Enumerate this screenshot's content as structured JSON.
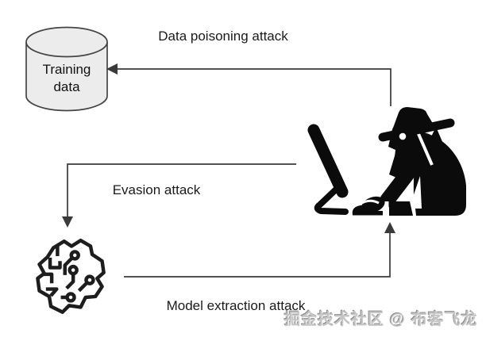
{
  "diagram": {
    "nodes": {
      "training_data": {
        "label": "Training data",
        "icon": "database-cylinder-icon",
        "fill": "#ececec"
      },
      "model": {
        "icon": "neural-network-brain-icon"
      },
      "attacker": {
        "icon": "hacker-spy-at-computer-icon"
      }
    },
    "edges": [
      {
        "id": "data-poisoning",
        "label": "Data poisoning attack",
        "from": "attacker",
        "to": "training_data"
      },
      {
        "id": "evasion",
        "label": "Evasion attack",
        "from": "attacker",
        "to": "model"
      },
      {
        "id": "model-extraction",
        "label": "Model extraction attack",
        "from": "model",
        "to": "attacker"
      }
    ],
    "colors": {
      "background": "#ffffff",
      "line": "#3a3a3a",
      "text": "#1a1a1a",
      "icon": "#0b0b0b",
      "cylinder_fill": "#ececec",
      "watermark": "#c4c4c4"
    }
  },
  "watermark": {
    "text": "掘金技术社区 @ 布客飞龙"
  }
}
